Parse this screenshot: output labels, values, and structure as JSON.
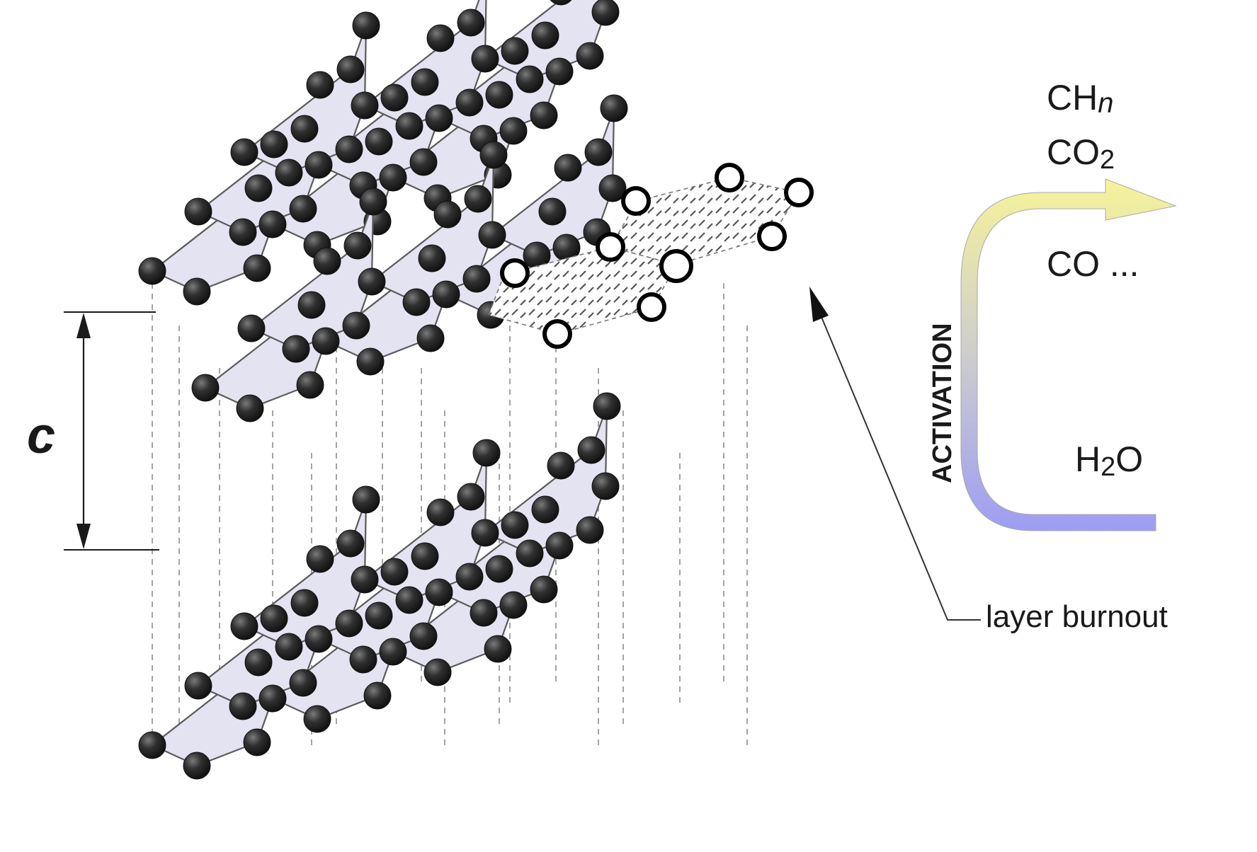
{
  "labels": {
    "spacing": "c",
    "products": {
      "line1_base": "CH",
      "line1_sub": "n",
      "line2_base": "CO",
      "line2_sub": "2",
      "line3": "CO ..."
    },
    "reactant": {
      "base1": "H",
      "sub": "2",
      "base2": "O"
    },
    "process": "ACTIVATION",
    "callout": "layer burnout"
  },
  "colors": {
    "sheet_fill": "#e4e3f2",
    "bond": "#5a5a5a",
    "atom": "#2b2b2b",
    "vacancy_stroke": "#000000",
    "arrow_top": "#f4f29a",
    "arrow_mid": "#c8c8c8",
    "arrow_bottom": "#9c9cf2"
  },
  "icons": {
    "atom": "filled-sphere",
    "vacancy": "open-circle",
    "spacing_marker": "double-headed-arrow",
    "reaction_arrow": "curved-gradient-arrow"
  }
}
